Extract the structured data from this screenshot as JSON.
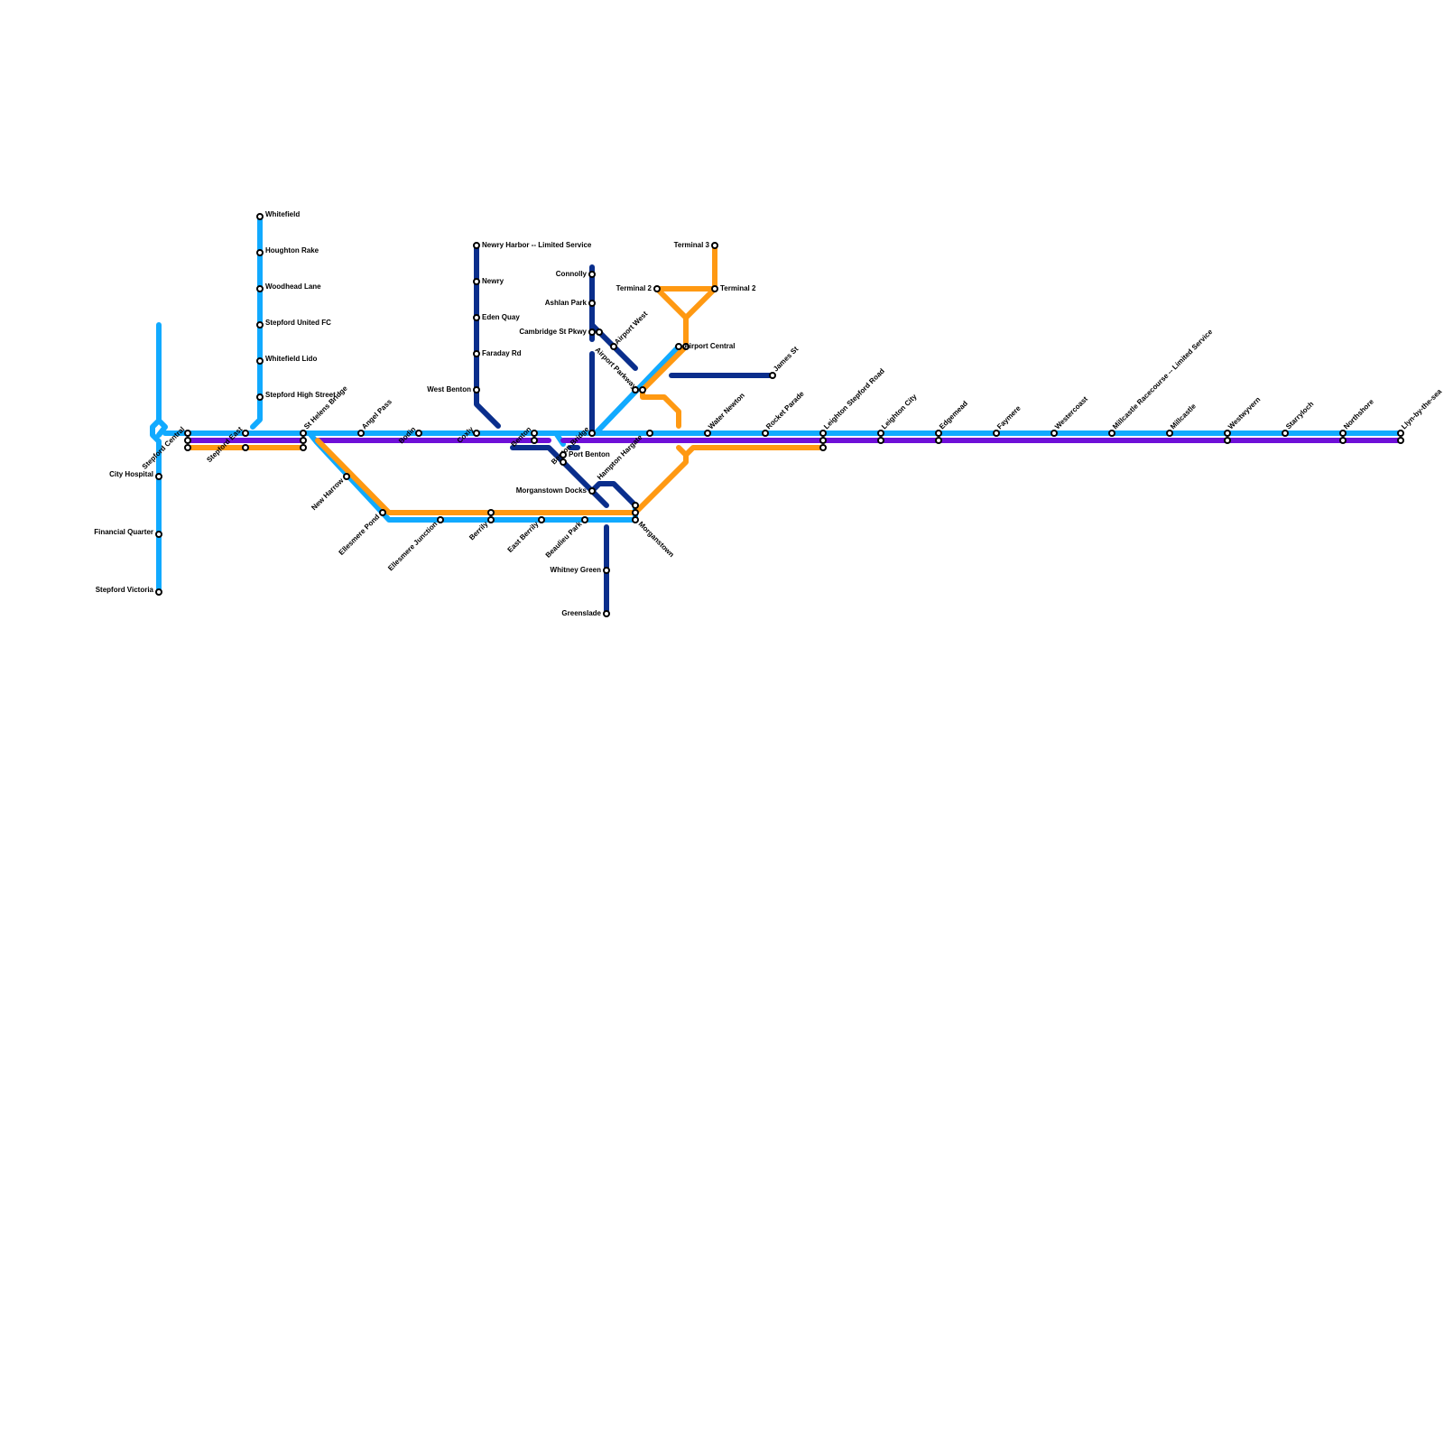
{
  "lines": [
    {
      "id": "light-blue",
      "color": "#11AAFF"
    },
    {
      "id": "purple",
      "color": "#6E0FD8"
    },
    {
      "id": "orange",
      "color": "#FF9912"
    },
    {
      "id": "navy",
      "color": "#0A2E8C"
    }
  ],
  "stations": {
    "whitefield": "Whitefield",
    "houghton_rake": "Houghton Rake",
    "woodhead_lane": "Woodhead Lane",
    "stepford_united_fc": "Stepford United FC",
    "whitefield_lido": "Whitefield Lido",
    "stepford_high_street": "Stepford High Street",
    "stepford_central": "Stepford Central",
    "stepford_east": "Stepford East",
    "st_helens_bridge": "St Helens Bridge",
    "angel_pass": "Angel Pass",
    "bodin": "Bodin",
    "coxly": "Coxly",
    "benton": "Benton",
    "benton_bridge": "Benton Bridge",
    "hampton_hargate": "Hampton Hargate",
    "water_newton": "Water Newton",
    "rocket_parade": "Rocket Parade",
    "leighton_stepford_road": "Leighton Stepford Road",
    "leighton_city": "Leighton City",
    "edgemead": "Edgemead",
    "faymere": "Faymere",
    "westercoast": "Westercoast",
    "millcastle_racecourse": "Millcastle Racecourse -- Limited Service",
    "millcastle": "Millcastle",
    "westwyvern": "Westwyvern",
    "starryloch": "Starryloch",
    "northshore": "Northshore",
    "llyn_by_the_sea": "Llyn-by-the-sea",
    "city_hospital": "City Hospital",
    "financial_quarter": "Financial Quarter",
    "stepford_victoria": "Stepford Victoria",
    "new_harrow": "New Harrow",
    "ellesmere_pond": "Ellesmere Pond",
    "ellesmere_junction": "Ellesmere Junction",
    "berrily": "Berrily",
    "east_berrily": "East Berrily",
    "beaulieu_park": "Beaulieu Park",
    "morganstown": "Morganstown",
    "morganstown_docks": "Morganstown Docks",
    "port_benton": "Port Benton",
    "whitney_green": "Whitney Green",
    "greenslade": "Greenslade",
    "newry_harbor": "Newry Harbor -- Limited Service",
    "newry": "Newry",
    "eden_quay": "Eden Quay",
    "faraday_rd": "Faraday Rd",
    "west_benton": "West Benton",
    "connolly": "Connolly",
    "ashlan_park": "Ashlan Park",
    "cambridge_st_pkwy": "Cambridge St Pkwy",
    "airport_west": "Airport West",
    "airport_parkway": "Airport Parkway",
    "airport_central": "Airport Central",
    "james_st": "James St",
    "terminal_2_west": "Terminal 2",
    "terminal_2_east": "Terminal 2",
    "terminal_3": "Terminal 3"
  }
}
